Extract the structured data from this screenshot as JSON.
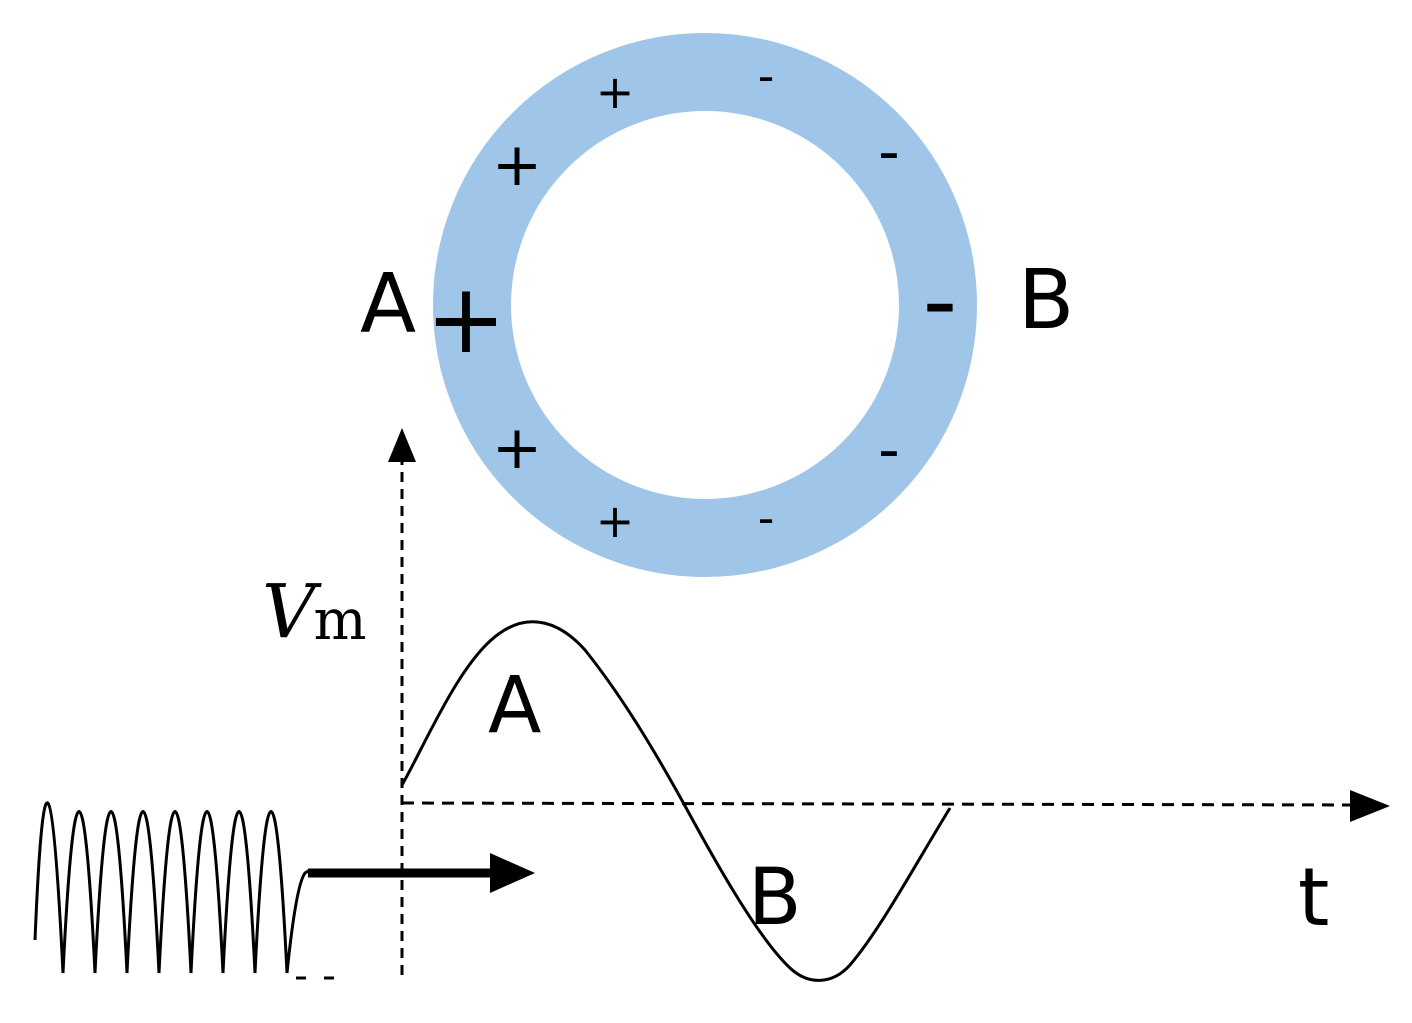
{
  "colors": {
    "membrane": "#9fc5e8",
    "ink": "#000000",
    "background": "#ffffff"
  },
  "cell": {
    "left_label": "A",
    "right_label": "B",
    "positive_sign": "+",
    "negative_sign": "-"
  },
  "graph": {
    "y_axis_label": "V",
    "y_axis_subscript": "m",
    "x_axis_label": "t",
    "wave_label_peak": "A",
    "wave_label_trough": "B"
  }
}
